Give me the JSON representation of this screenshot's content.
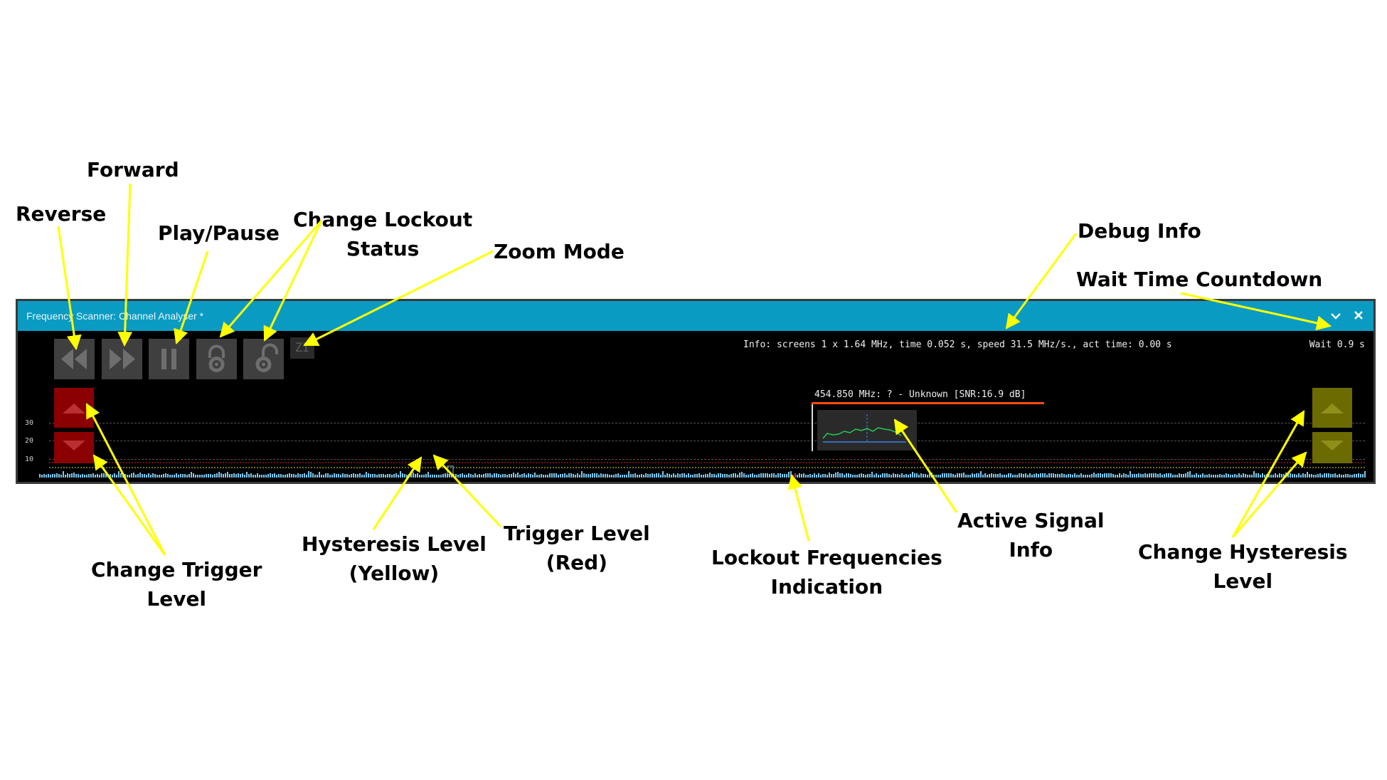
{
  "window": {
    "title": "Frequency Scanner: Channel Analyser *",
    "collapse_icon": "chevron-down-icon",
    "close_icon": "close-icon"
  },
  "toolbar": {
    "buttons": [
      {
        "name": "reverse",
        "icon": "rewind-icon"
      },
      {
        "name": "forward",
        "icon": "fast-forward-icon"
      },
      {
        "name": "play-pause",
        "icon": "pause-icon"
      },
      {
        "name": "lock",
        "icon": "padlock-closed-icon"
      },
      {
        "name": "unlock",
        "icon": "padlock-open-icon"
      }
    ],
    "zoom_label": "ZI"
  },
  "info": {
    "debug": "Info: screens 1 x 1.64 MHz, time  0.052 s, speed  31.5 MHz/s., act time:  0.00 s",
    "wait": "Wait 0.9 s"
  },
  "signal": {
    "label": "454.850 MHz: ? - Unknown [SNR:16.9 dB]"
  },
  "chart_data": {
    "type": "bar",
    "yticks": [
      "30",
      "20",
      "10"
    ],
    "trigger_level_color": "#e02020",
    "hysteresis_level_color": "#e8e020",
    "bar_color": "#7ec8f0",
    "lockout_color": "#e02020"
  },
  "colors": {
    "titlebar": "#0a9bc3",
    "trigger_button": "#8b0000",
    "hysteresis_button": "#6b6b00",
    "signal_underline": "#ff4a10",
    "annotation_arrow": "#ffff00"
  },
  "annotations": {
    "reverse": "Reverse",
    "forward": "Forward",
    "play_pause": "Play/Pause",
    "lockout_line1": "Change Lockout",
    "lockout_line2": "Status",
    "zoom_mode": "Zoom Mode",
    "debug_info": "Debug Info",
    "wait_countdown": "Wait Time Countdown",
    "trigger_change_line1": "Change Trigger",
    "trigger_change_line2": "Level",
    "hysteresis_line1": "Hysteresis Level",
    "hysteresis_line2": "(Yellow)",
    "trigger_level_line1": "Trigger Level",
    "trigger_level_line2": "(Red)",
    "lockout_freq_line1": "Lockout Frequencies",
    "lockout_freq_line2": "Indication",
    "active_signal_line1": "Active Signal",
    "active_signal_line2": "Info",
    "hyst_change_line1": "Change Hysteresis",
    "hyst_change_line2": "Level"
  }
}
